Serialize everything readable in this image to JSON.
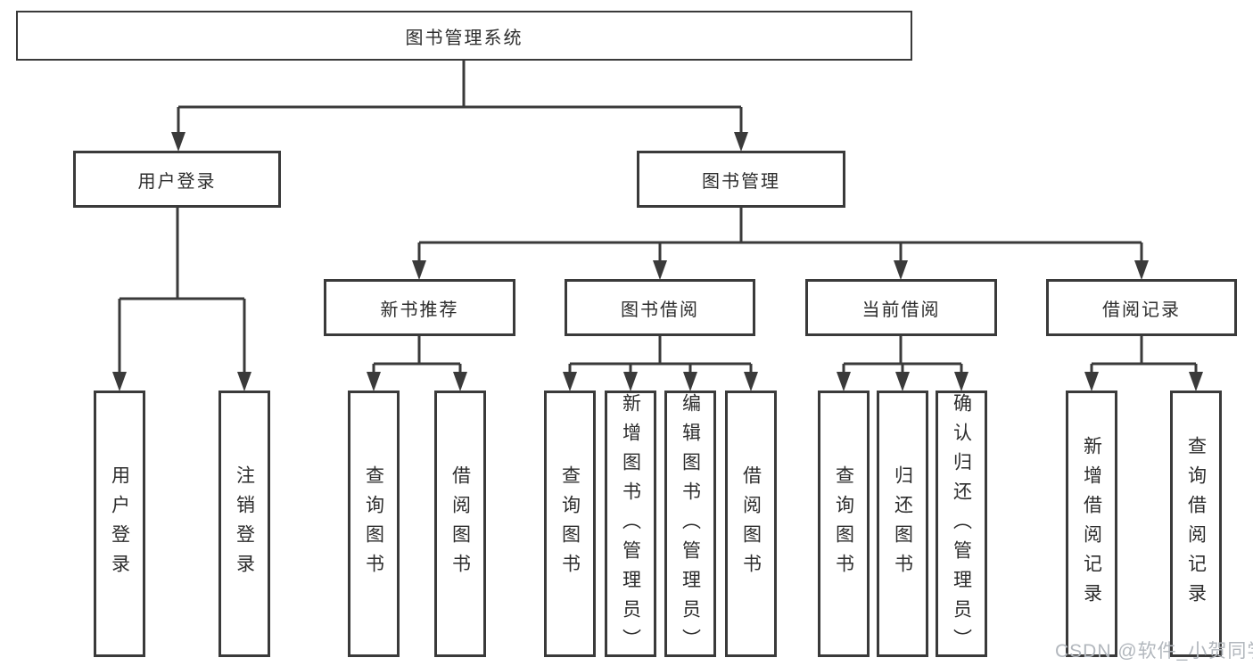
{
  "diagram": {
    "type": "hierarchy-tree",
    "watermark": "CSDN @软件_小贺同学",
    "colors": {
      "line": "#3a3a3a",
      "box_border": "#3a3a3a",
      "box_fill": "#ffffff",
      "text": "#2d2d2d",
      "watermark": "#b2b7bd"
    },
    "nodes": {
      "root": "图书管理系统",
      "user_login": "用户登录",
      "book_mgmt": "图书管理",
      "new_book_rec": "新书推荐",
      "book_borrow": "图书借阅",
      "current_borrow": "当前借阅",
      "borrow_record": "借阅记录",
      "leaf_user_login": "用户登录",
      "leaf_logout": "注销登录",
      "leaf_nb_query": "查询图书",
      "leaf_nb_borrow": "借阅图书",
      "leaf_bb_query": "查询图书",
      "leaf_bb_add": "新增图书（管理员）",
      "leaf_bb_edit": "编辑图书（管理员）",
      "leaf_bb_borrow": "借阅图书",
      "leaf_cb_query": "查询图书",
      "leaf_cb_return": "归还图书",
      "leaf_cb_confirm": "确认归还（管理员）",
      "leaf_br_add": "新增借阅记录",
      "leaf_br_query": "查询借阅记录"
    },
    "edges": [
      [
        "root",
        "user_login"
      ],
      [
        "root",
        "book_mgmt"
      ],
      [
        "user_login",
        "leaf_user_login"
      ],
      [
        "user_login",
        "leaf_logout"
      ],
      [
        "book_mgmt",
        "new_book_rec"
      ],
      [
        "book_mgmt",
        "book_borrow"
      ],
      [
        "book_mgmt",
        "current_borrow"
      ],
      [
        "book_mgmt",
        "borrow_record"
      ],
      [
        "new_book_rec",
        "leaf_nb_query"
      ],
      [
        "new_book_rec",
        "leaf_nb_borrow"
      ],
      [
        "book_borrow",
        "leaf_bb_query"
      ],
      [
        "book_borrow",
        "leaf_bb_add"
      ],
      [
        "book_borrow",
        "leaf_bb_edit"
      ],
      [
        "book_borrow",
        "leaf_bb_borrow"
      ],
      [
        "current_borrow",
        "leaf_cb_query"
      ],
      [
        "current_borrow",
        "leaf_cb_return"
      ],
      [
        "current_borrow",
        "leaf_cb_confirm"
      ],
      [
        "borrow_record",
        "leaf_br_add"
      ],
      [
        "borrow_record",
        "leaf_br_query"
      ]
    ]
  }
}
